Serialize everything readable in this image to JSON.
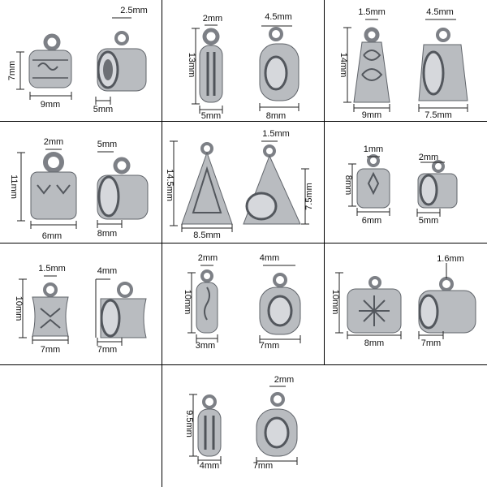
{
  "colors": {
    "background": "#ffffff",
    "grid": "#000000",
    "metal": "#b9bcc0",
    "metal_dark": "#6d7075",
    "dim_line": "#222222"
  },
  "cells": [
    {
      "id": "1",
      "shape": "tube",
      "labels": {
        "h": "7mm",
        "w": "9mm",
        "loop": "2.5mm",
        "hole": "5mm"
      }
    },
    {
      "id": "2",
      "shape": "slim",
      "labels": {
        "top": "2mm",
        "h": "13mm",
        "w": "5mm",
        "loop": "4.5mm",
        "d": "8mm"
      }
    },
    {
      "id": "3",
      "shape": "cone",
      "labels": {
        "top": "1.5mm",
        "h": "14mm",
        "w": "9mm",
        "loop": "4.5mm",
        "d": "7.5mm"
      }
    },
    {
      "id": "4",
      "shape": "tube",
      "labels": {
        "top": "2mm",
        "h": "11mm",
        "w": "6mm",
        "loop": "5mm",
        "d": "8mm"
      }
    },
    {
      "id": "5",
      "shape": "triangle",
      "labels": {
        "h": "14.5mm",
        "w": "8.5mm",
        "loop": "1.5mm",
        "d": "7.5mm"
      }
    },
    {
      "id": "6",
      "shape": "small",
      "labels": {
        "top": "1mm",
        "h": "8mm",
        "w": "6mm",
        "loop": "2mm",
        "d": "5mm"
      }
    },
    {
      "id": "7",
      "shape": "tube",
      "labels": {
        "top": "1.5mm",
        "h": "10mm",
        "w": "7mm",
        "loop": "4mm",
        "d": "7mm"
      }
    },
    {
      "id": "8",
      "shape": "slim",
      "labels": {
        "top": "2mm",
        "h": "10mm",
        "w": "3mm",
        "loop": "4mm",
        "d": "7mm"
      }
    },
    {
      "id": "9",
      "shape": "tube",
      "labels": {
        "h": "10mm",
        "w": "8mm",
        "loop": "1.6mm",
        "d": "7mm"
      }
    },
    {
      "id": "10",
      "shape": "slim",
      "labels": {
        "h": "9.5mm",
        "w": "4mm",
        "loop": "2mm",
        "d": "7mm"
      }
    }
  ]
}
